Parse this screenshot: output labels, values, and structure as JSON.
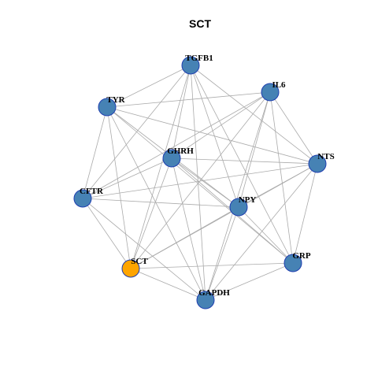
{
  "title": "SCT",
  "colors": {
    "default_node": "#4682B4",
    "highlight_node": "#FFA500",
    "edge": "#AAAAAA",
    "node_border": "#1F3FB0"
  },
  "nodes": [
    {
      "id": "TGFB1",
      "label": "TGFB1",
      "highlight": false
    },
    {
      "id": "IL6",
      "label": "IL6",
      "highlight": false
    },
    {
      "id": "TYR",
      "label": "TYR",
      "highlight": false
    },
    {
      "id": "GHRH",
      "label": "GHRH",
      "highlight": false
    },
    {
      "id": "NTS",
      "label": "NTS",
      "highlight": false
    },
    {
      "id": "CFTR",
      "label": "CFTR",
      "highlight": false
    },
    {
      "id": "NPY",
      "label": "NPY",
      "highlight": false
    },
    {
      "id": "GRP",
      "label": "GRP",
      "highlight": false
    },
    {
      "id": "SCT",
      "label": "SCT",
      "highlight": true
    },
    {
      "id": "GAPDH",
      "label": "GAPDH",
      "highlight": false
    }
  ],
  "edges": [
    [
      "TGFB1",
      "TYR"
    ],
    [
      "TGFB1",
      "GHRH"
    ],
    [
      "TGFB1",
      "NTS"
    ],
    [
      "TGFB1",
      "CFTR"
    ],
    [
      "TGFB1",
      "NPY"
    ],
    [
      "TGFB1",
      "GRP"
    ],
    [
      "TGFB1",
      "SCT"
    ],
    [
      "TGFB1",
      "GAPDH"
    ],
    [
      "IL6",
      "TYR"
    ],
    [
      "IL6",
      "GHRH"
    ],
    [
      "IL6",
      "NTS"
    ],
    [
      "IL6",
      "CFTR"
    ],
    [
      "IL6",
      "NPY"
    ],
    [
      "IL6",
      "GRP"
    ],
    [
      "IL6",
      "SCT"
    ],
    [
      "IL6",
      "GAPDH"
    ],
    [
      "TYR",
      "NTS"
    ],
    [
      "TYR",
      "CFTR"
    ],
    [
      "TYR",
      "NPY"
    ],
    [
      "TYR",
      "GRP"
    ],
    [
      "TYR",
      "SCT"
    ],
    [
      "TYR",
      "GAPDH"
    ],
    [
      "GHRH",
      "NTS"
    ],
    [
      "GHRH",
      "CFTR"
    ],
    [
      "GHRH",
      "NPY"
    ],
    [
      "GHRH",
      "GRP"
    ],
    [
      "GHRH",
      "SCT"
    ],
    [
      "GHRH",
      "GAPDH"
    ],
    [
      "NTS",
      "CFTR"
    ],
    [
      "NTS",
      "NPY"
    ],
    [
      "NTS",
      "SCT"
    ],
    [
      "NTS",
      "GRP"
    ],
    [
      "NTS",
      "GAPDH"
    ],
    [
      "CFTR",
      "NPY"
    ],
    [
      "CFTR",
      "SCT"
    ],
    [
      "CFTR",
      "GAPDH"
    ],
    [
      "NPY",
      "GRP"
    ],
    [
      "NPY",
      "SCT"
    ],
    [
      "NPY",
      "GAPDH"
    ],
    [
      "GRP",
      "SCT"
    ],
    [
      "GRP",
      "GAPDH"
    ],
    [
      "SCT",
      "GAPDH"
    ]
  ]
}
